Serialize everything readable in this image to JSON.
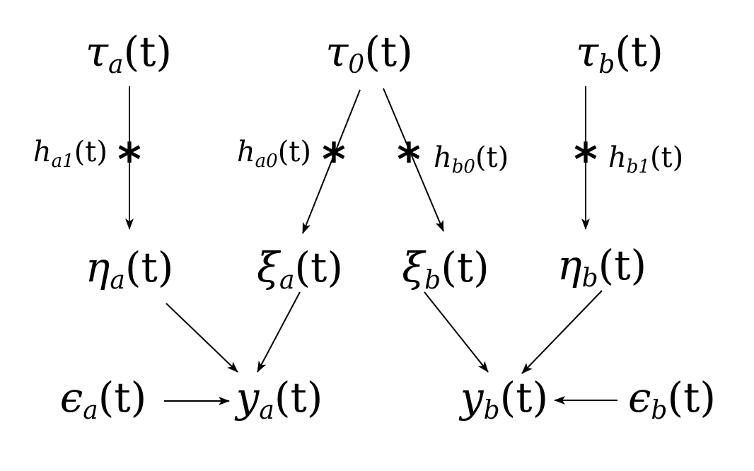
{
  "nodes": {
    "tau_a": {
      "symbol": "τ",
      "sub": "a",
      "arg": "(t)"
    },
    "tau_0": {
      "symbol": "τ",
      "sub": "0",
      "arg": "(t)"
    },
    "tau_b": {
      "symbol": "τ",
      "sub": "b",
      "arg": "(t)"
    },
    "eta_a": {
      "symbol": "η",
      "sub": "a",
      "arg": "(t)"
    },
    "xi_a": {
      "symbol": "ξ",
      "sub": "a",
      "arg": "(t)"
    },
    "xi_b": {
      "symbol": "ξ",
      "sub": "b",
      "arg": "(t)"
    },
    "eta_b": {
      "symbol": "η",
      "sub": "b",
      "arg": "(t)"
    },
    "eps_a": {
      "symbol": "ϵ",
      "sub": "a",
      "arg": "(t)"
    },
    "y_a": {
      "symbol": "y",
      "sub": "a",
      "arg": "(t)"
    },
    "y_b": {
      "symbol": "y",
      "sub": "b",
      "arg": "(t)"
    },
    "eps_b": {
      "symbol": "ϵ",
      "sub": "b",
      "arg": "(t)"
    }
  },
  "filters": {
    "h_a1": {
      "symbol": "h",
      "sub": "a1",
      "arg": "(t)"
    },
    "h_a0": {
      "symbol": "h",
      "sub": "a0",
      "arg": "(t)"
    },
    "h_b0": {
      "symbol": "h",
      "sub": "b0",
      "arg": "(t)"
    },
    "h_b1": {
      "symbol": "h",
      "sub": "b1",
      "arg": "(t)"
    }
  },
  "operators": {
    "convolution": "*"
  }
}
